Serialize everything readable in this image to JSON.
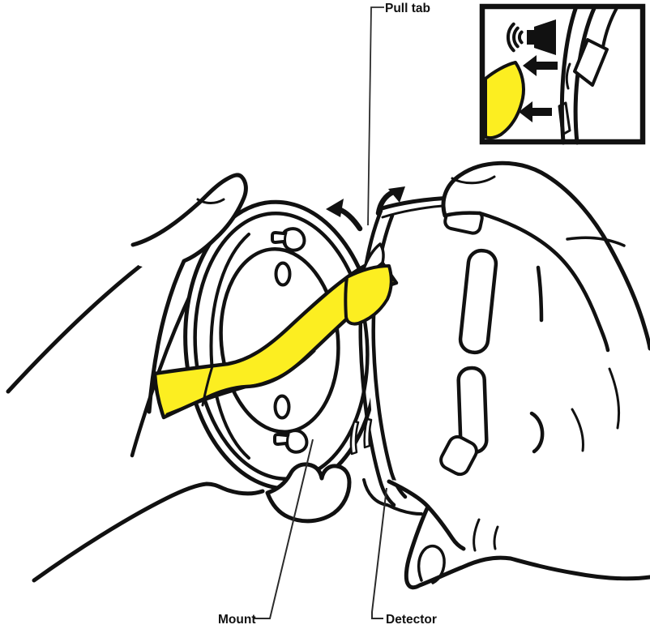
{
  "figure": {
    "type": "smoke-detector-mounting-instruction-illustration",
    "callouts": {
      "pull_tab": "Pull tab",
      "mount": "Mount",
      "detector": "Detector"
    },
    "colors": {
      "outline": "#111111",
      "pull_tab_yellow": "#FCEE21",
      "background": "#FFFFFF"
    },
    "icons": {
      "inset_sound": "alarm-sound-icon",
      "inset_arrows": "arrow-left-icon",
      "rotate_left": "curved-arrow-counterclockwise-icon",
      "rotate_right": "curved-arrow-clockwise-icon"
    }
  }
}
